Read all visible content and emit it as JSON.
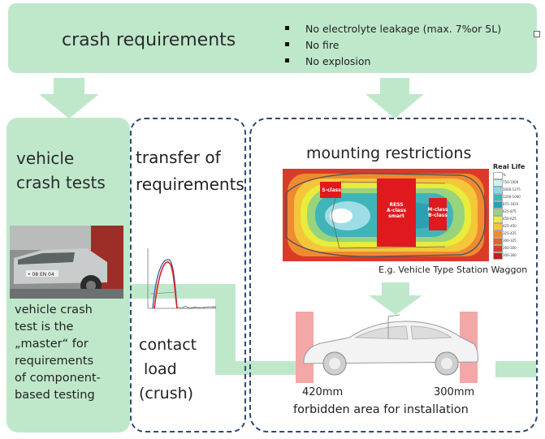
{
  "banner": {
    "title": "crash requirements",
    "requirements": [
      "No electrolyte leakage (max. 7%or 5L)",
      "No fire",
      "No explosion"
    ]
  },
  "left": {
    "heading_line1": "vehicle",
    "heading_line2": "crash tests",
    "photo_plate": "• 08 EN 04",
    "body_lines": [
      "vehicle crash",
      "test is the",
      "„master“ for",
      "requirements",
      "of component-",
      "based testing"
    ]
  },
  "middle": {
    "heading_line1": "transfer of",
    "heading_line2": "requirements",
    "body_lines": [
      "contact",
      " load",
      "(crush)"
    ]
  },
  "right": {
    "heading": "mounting restrictions",
    "heatmap_labels": {
      "s_class": "S-class",
      "ress": [
        "RESS",
        "A-class",
        "smart"
      ],
      "m_class": [
        "M-class",
        "B-class"
      ]
    },
    "legend_title": "Real Life",
    "legend_items": [
      "%",
      "750-1000",
      "1000-1375",
      "1200-1000",
      "875-1625",
      "625-875",
      "450-625",
      "425-450",
      "325-425",
      "300-325",
      "260-300",
      "100-260"
    ],
    "caption": "E.g. Vehicle Type Station Waggon",
    "dim_left": "420mm",
    "dim_right": "300mm",
    "forbidden": "forbidden area for  installation"
  },
  "colors": {
    "panel_green": "#bfe8cb",
    "dashed_border": "#2e4a73",
    "forbidden_zone": "#f4a7a7",
    "ress_red": "#e0191e"
  }
}
